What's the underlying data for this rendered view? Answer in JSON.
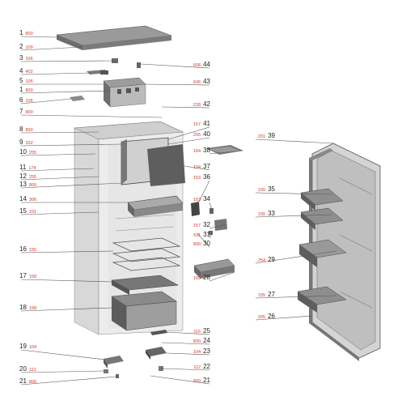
{
  "colors": {
    "line": "#555555",
    "code": "#d23a2e",
    "number": "#222222",
    "body_fill": "#e3e3e3",
    "part_dark": "#5a5a5a",
    "part_mid": "#8c8c8c",
    "part_light": "#bdbdbd"
  },
  "left_callouts": [
    {
      "num": "1",
      "code": "800"
    },
    {
      "num": "2",
      "code": "109"
    },
    {
      "num": "3",
      "code": "106"
    },
    {
      "num": "4",
      "code": "402"
    },
    {
      "num": "5",
      "code": "106"
    },
    {
      "num": "1",
      "code": "800"
    },
    {
      "num": "6",
      "code": "105"
    },
    {
      "num": "7",
      "code": "800"
    },
    {
      "num": "8",
      "code": "800"
    },
    {
      "num": "9",
      "code": "332"
    },
    {
      "num": "10",
      "code": "255"
    },
    {
      "num": "11",
      "code": "174"
    },
    {
      "num": "12",
      "code": "255"
    },
    {
      "num": "13",
      "code": "800"
    },
    {
      "num": "14",
      "code": "306"
    },
    {
      "num": "15",
      "code": "101"
    },
    {
      "num": "16",
      "code": "155"
    },
    {
      "num": "17",
      "code": "158"
    },
    {
      "num": "18",
      "code": "158"
    },
    {
      "num": "19",
      "code": "104"
    },
    {
      "num": "20",
      "code": "112"
    },
    {
      "num": "21",
      "code": "800"
    }
  ],
  "right_callouts": [
    {
      "num": "44",
      "code": "608"
    },
    {
      "num": "43",
      "code": "606"
    },
    {
      "num": "42",
      "code": "228"
    },
    {
      "num": "41",
      "code": "157"
    },
    {
      "num": "40",
      "code": "255"
    },
    {
      "num": "38",
      "code": "164"
    },
    {
      "num": "37",
      "code": "154"
    },
    {
      "num": "36",
      "code": "153"
    },
    {
      "num": "34",
      "code": "153"
    },
    {
      "num": "32",
      "code": "157"
    },
    {
      "num": "31",
      "code": "611"
    },
    {
      "num": "30",
      "code": "800"
    },
    {
      "num": "28",
      "code": "159"
    },
    {
      "num": "25",
      "code": "116"
    },
    {
      "num": "24",
      "code": "800"
    },
    {
      "num": "23",
      "code": "104"
    },
    {
      "num": "22",
      "code": "112"
    },
    {
      "num": "21",
      "code": "800"
    }
  ],
  "door_callouts": [
    {
      "num": "39",
      "code": "201"
    },
    {
      "num": "35",
      "code": "155"
    },
    {
      "num": "33",
      "code": "155"
    },
    {
      "num": "29",
      "code": "254"
    },
    {
      "num": "27",
      "code": "155"
    },
    {
      "num": "26",
      "code": "205"
    }
  ]
}
